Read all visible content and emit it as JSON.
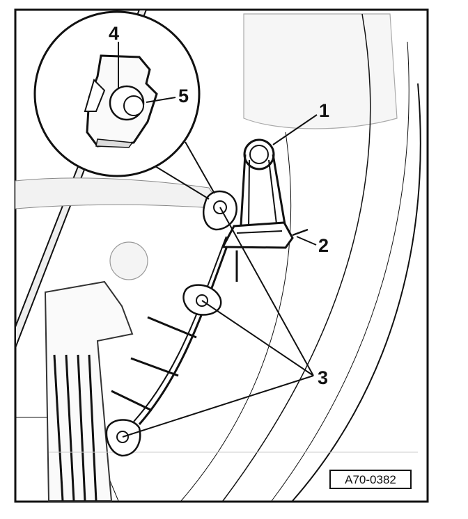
{
  "figure": {
    "callouts": [
      {
        "id": "1",
        "label": "1"
      },
      {
        "id": "2",
        "label": "2"
      },
      {
        "id": "3",
        "label": "3"
      },
      {
        "id": "4",
        "label": "4"
      },
      {
        "id": "5",
        "label": "5"
      }
    ],
    "reference_code": "A70-0382",
    "colors": {
      "line": "#111111",
      "background": "#ffffff",
      "hatch": "#d9d9d9"
    }
  }
}
